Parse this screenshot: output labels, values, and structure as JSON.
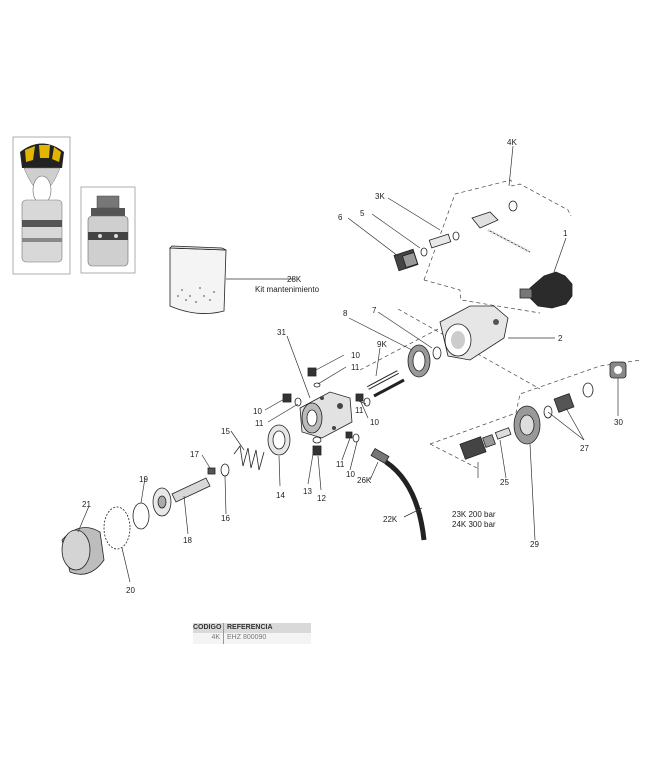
{
  "title": "",
  "parts": [
    {
      "id": "p1",
      "label": "1"
    },
    {
      "id": "p2",
      "label": "2"
    },
    {
      "id": "p3k",
      "label": "3K"
    },
    {
      "id": "p4k",
      "label": "4K"
    },
    {
      "id": "p5",
      "label": "5"
    },
    {
      "id": "p6",
      "label": "6"
    },
    {
      "id": "p7",
      "label": "7"
    },
    {
      "id": "p8",
      "label": "8"
    },
    {
      "id": "p9k",
      "label": "9K"
    },
    {
      "id": "p10a",
      "label": "10"
    },
    {
      "id": "p10b",
      "label": "10"
    },
    {
      "id": "p10c",
      "label": "10"
    },
    {
      "id": "p10d",
      "label": "10"
    },
    {
      "id": "p11a",
      "label": "11"
    },
    {
      "id": "p11b",
      "label": "11"
    },
    {
      "id": "p11c",
      "label": "11"
    },
    {
      "id": "p11d",
      "label": "11"
    },
    {
      "id": "p12",
      "label": "12"
    },
    {
      "id": "p13",
      "label": "13"
    },
    {
      "id": "p14",
      "label": "14"
    },
    {
      "id": "p15",
      "label": "15"
    },
    {
      "id": "p16",
      "label": "16"
    },
    {
      "id": "p17",
      "label": "17"
    },
    {
      "id": "p18",
      "label": "18"
    },
    {
      "id": "p19",
      "label": "19"
    },
    {
      "id": "p20",
      "label": "20"
    },
    {
      "id": "p21",
      "label": "21"
    },
    {
      "id": "p22k",
      "label": "22K"
    },
    {
      "id": "p25",
      "label": "25"
    },
    {
      "id": "p26k",
      "label": "26K"
    },
    {
      "id": "p27",
      "label": "27"
    },
    {
      "id": "p29",
      "label": "29"
    },
    {
      "id": "p30",
      "label": "30"
    },
    {
      "id": "p31",
      "label": "31"
    }
  ],
  "kit": {
    "code": "28K",
    "name": "Kit mantenimiento"
  },
  "high_pressure": {
    "line1": "23K 200 bar",
    "line2": "24K 300 bar"
  },
  "reference_table": {
    "header_code": "CODIGO",
    "header_ref": "REFERENCIA",
    "code": "4K",
    "ref": "EHZ 800090"
  },
  "colors": {
    "ink": "#222222",
    "band_yellow": "#e2b600",
    "metal": "#b9b9b9",
    "frame": "#999999"
  }
}
